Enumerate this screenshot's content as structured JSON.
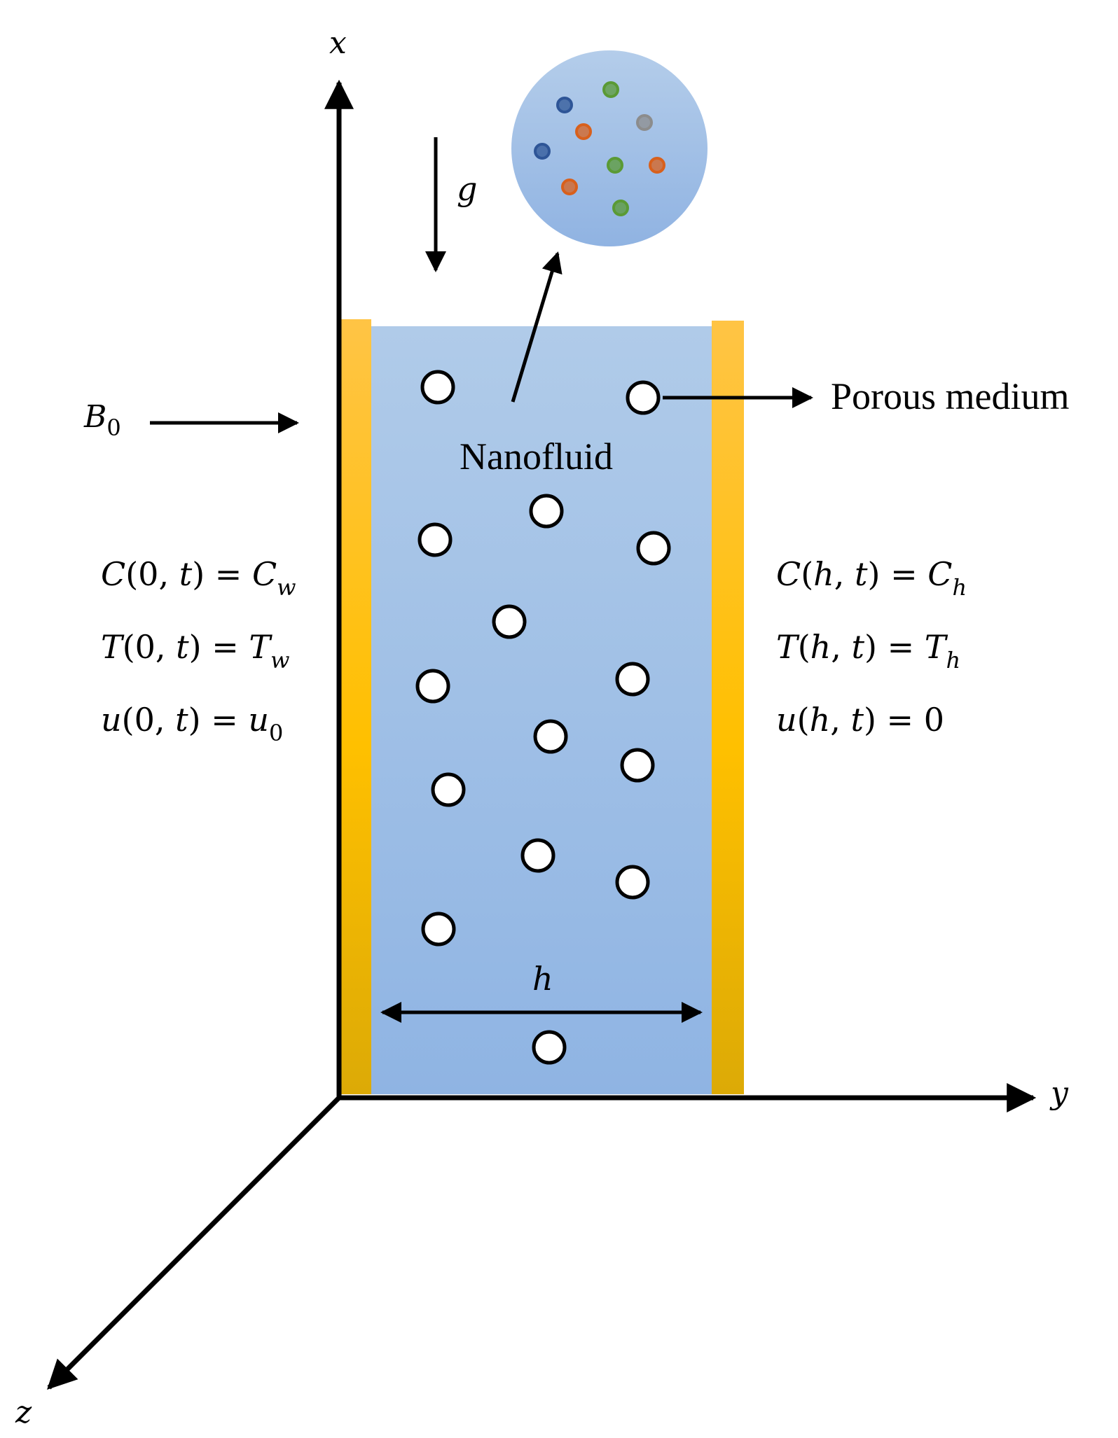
{
  "axes": {
    "x": "x",
    "y": "y",
    "z": "z"
  },
  "labels": {
    "gravity": "g",
    "magnetic_field": "B",
    "magnetic_field_sub": "0",
    "porous_medium": "Porous medium",
    "nanofluid": "Nanofluid",
    "width": "h"
  },
  "left_bcs": [
    {
      "func": "C",
      "arg": "0",
      "var": "t",
      "rhs": "C",
      "rhs_sub": "w"
    },
    {
      "func": "T",
      "arg": "0",
      "var": "t",
      "rhs": "T",
      "rhs_sub": "w"
    },
    {
      "func": "u",
      "arg": "0",
      "var": "t",
      "rhs": "u",
      "rhs_sub": "0"
    }
  ],
  "right_bcs": [
    {
      "func": "C",
      "arg": "h",
      "var": "t",
      "rhs": "C",
      "rhs_sub": "h"
    },
    {
      "func": "T",
      "arg": "h",
      "var": "t",
      "rhs": "T",
      "rhs_sub": "h"
    },
    {
      "func": "u",
      "arg": "h",
      "var": "t",
      "rhs": "0",
      "rhs_sub": ""
    }
  ],
  "colors": {
    "wall_gold": "#ffc000",
    "fluid_blue": "#9dbbe3",
    "particle_blue": "#2e5597",
    "particle_green": "#5a9a35",
    "particle_orange": "#d8601c",
    "particle_gray": "#8c8c8c"
  }
}
